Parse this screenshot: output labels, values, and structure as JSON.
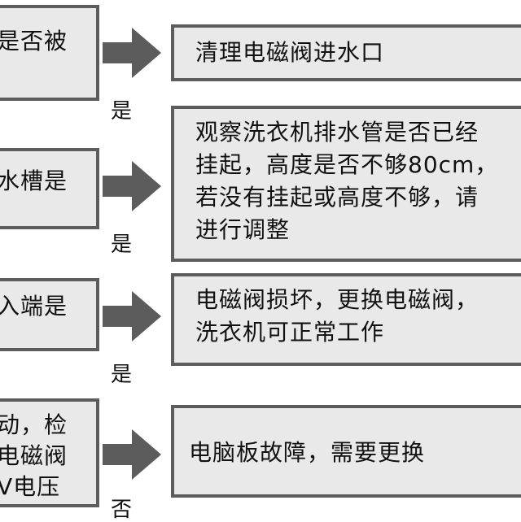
{
  "left_boxes": [
    {
      "lines": [
        "是否被"
      ]
    },
    {
      "lines": [
        "水槽是"
      ]
    },
    {
      "lines": [
        "入端是"
      ]
    },
    {
      "lines": [
        "动，检",
        "电磁阀",
        "V电压"
      ]
    }
  ],
  "right_boxes": [
    {
      "lines": [
        "清理电磁阀进水口"
      ]
    },
    {
      "lines": [
        "观察洗衣机排水管是否已经",
        "挂起，高度是否不够80cm，",
        "若没有挂起或高度不够，请",
        "进行调整"
      ]
    },
    {
      "lines": [
        "电磁阀损坏，更换电磁阀，",
        "洗衣机可正常工作"
      ]
    },
    {
      "lines": [
        "电脑板故障，需要更换"
      ]
    }
  ],
  "branch_labels": [
    "是",
    "是",
    "是",
    "否"
  ],
  "colors": {
    "box_fill": "#e9e9e9",
    "box_border": "#5c5c5c",
    "arrow": "#5c5c5c"
  }
}
